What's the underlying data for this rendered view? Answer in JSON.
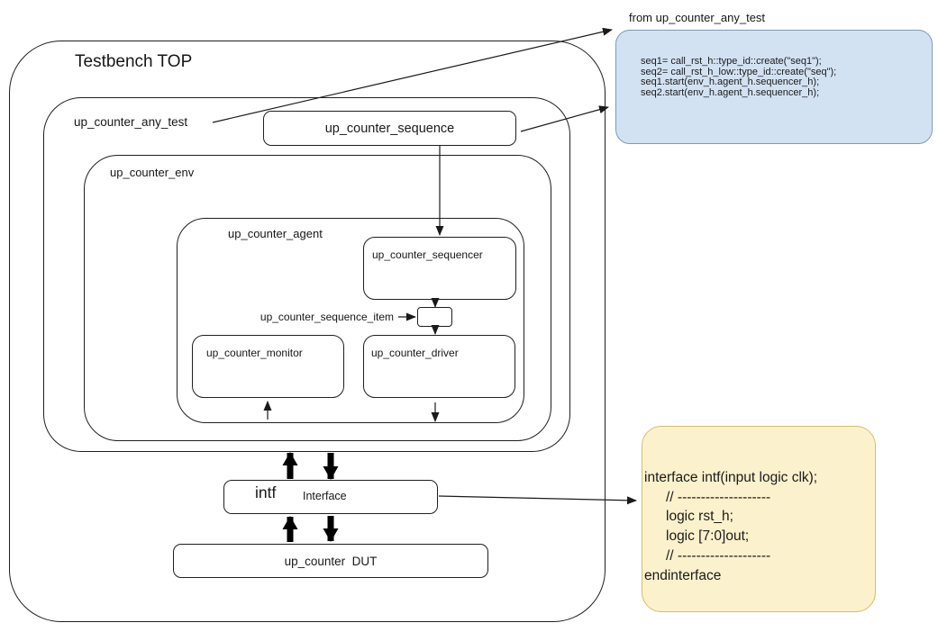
{
  "diagram": {
    "testbench_top_label": "Testbench TOP",
    "any_test_label": "up_counter_any_test",
    "env_label": "up_counter_env",
    "agent_label": "up_counter_agent",
    "sequence_label": "up_counter_sequence",
    "sequencer_label": "up_counter_sequencer",
    "sequence_item_label": "up_counter_sequence_item",
    "monitor_label": "up_counter_monitor",
    "driver_label": "up_counter_driver",
    "intf_instance_label": "intf",
    "intf_type_label": "Interface",
    "dut_label": "up_counter  DUT"
  },
  "annotations": {
    "from_label": "from up_counter_any_test",
    "test_code": {
      "background": "#d3e2f3",
      "border": "#7e9ab8",
      "lines": [
        "seq1= call_rst_h::type_id::create(\"seq1\");",
        "seq2= call_rst_h_low::type_id::create(\"seq\");",
        "seq1.start(env_h.agent_h.sequencer_h);",
        "seq2.start(env_h.agent_h.sequencer_h);"
      ]
    },
    "interface_code": {
      "background": "#fcf1cd",
      "border": "#d5bd6e",
      "lines": [
        "interface intf(input logic clk);",
        "// --------------------",
        "logic rst_h;",
        "logic [7:0]out;",
        "// --------------------",
        "endinterface"
      ]
    }
  }
}
